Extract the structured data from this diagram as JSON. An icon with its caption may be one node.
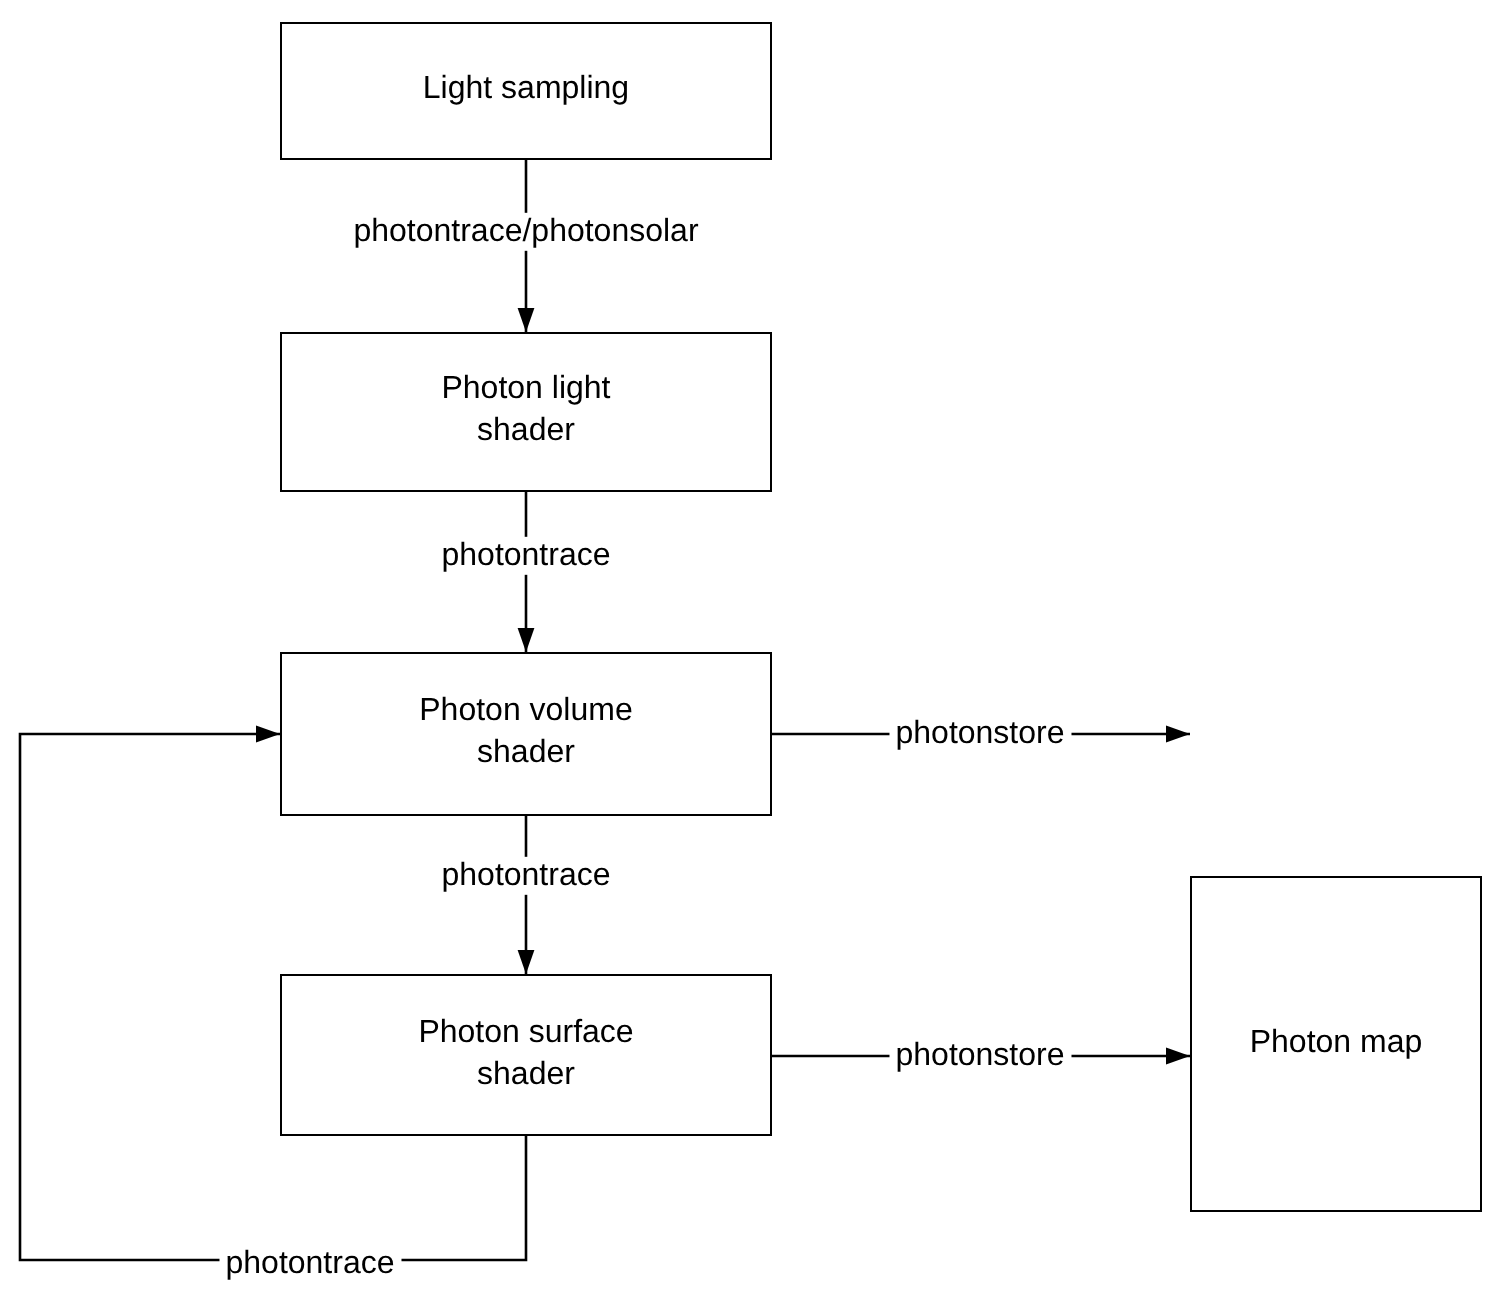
{
  "diagram": {
    "nodes": [
      {
        "text": [
          "Light sampling"
        ]
      },
      {
        "text": [
          "Photon light shader"
        ]
      },
      {
        "text": [
          "Photon volume shader"
        ]
      },
      {
        "text": [
          "Photon surface shader"
        ]
      },
      {
        "text": [
          "Photon map"
        ]
      }
    ],
    "edges": [
      {
        "from": 0,
        "to": 1,
        "arrow": "to",
        "label": "photontrace/photonsolar"
      },
      {
        "from": 1,
        "to": 2,
        "arrow": "to",
        "label": "photontrace"
      },
      {
        "from": 2,
        "to": 4,
        "arrow": "to",
        "label": "photonstore"
      },
      {
        "from": 2,
        "to": 3,
        "arrow": "to",
        "label": "photontrace"
      },
      {
        "from": 3,
        "to": 4,
        "arrow": "to",
        "label": "photonstore"
      },
      {
        "from": 3,
        "to": 2,
        "arrow": "to",
        "label": "photontrace"
      }
    ]
  }
}
